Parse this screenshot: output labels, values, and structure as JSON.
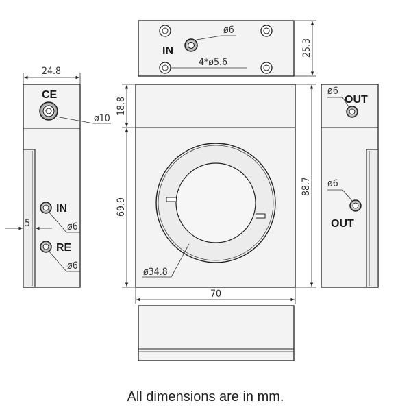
{
  "views": {
    "top": {
      "port_label": "IN",
      "port_dia": "ø6",
      "holes_note": "4*ø5.6",
      "height_dim": "25.3"
    },
    "left": {
      "width_dim": "24.8",
      "ce_label": "CE",
      "ce_dia": "ø10",
      "in_label": "IN",
      "in_dia": "ø6",
      "re_label": "RE",
      "re_dia": "ø6",
      "offset_dim": "5"
    },
    "front": {
      "upper_height_dim": "18.8",
      "lower_height_dim": "69.9",
      "total_height_dim": "88.7",
      "width_dim": "70",
      "window_dia": "ø34.8"
    },
    "right": {
      "out_top_label": "OUT",
      "out_top_dia": "ø6",
      "out_bottom_label": "OUT",
      "out_bottom_dia": "ø6"
    }
  },
  "footer_note": "All dimensions are in mm."
}
